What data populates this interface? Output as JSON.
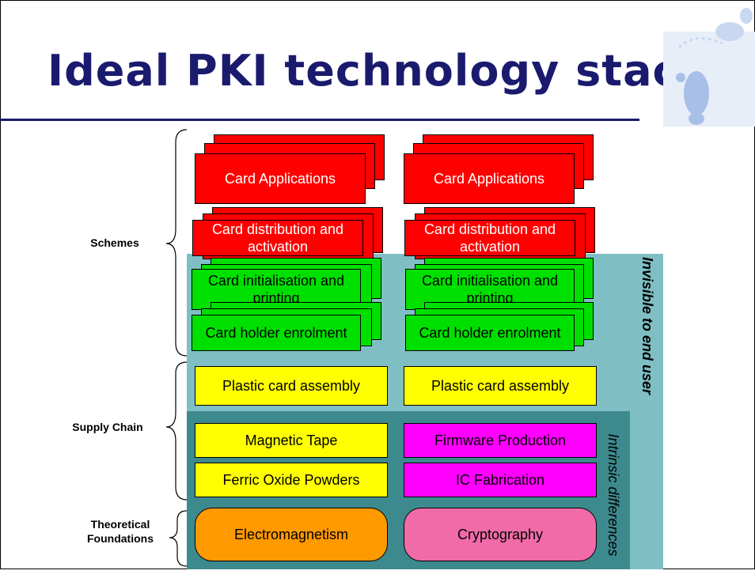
{
  "title": "Ideal PKI technology stack",
  "groups": {
    "schemes": "Schemes",
    "supply_chain": "Supply Chain",
    "theoretical_foundations": "Theoretical Foundations"
  },
  "side_labels": {
    "invisible": "Invisible to end user",
    "intrinsic": "Intrinsic differences"
  },
  "columns": [
    {
      "card_applications": "Card Applications",
      "card_distribution": "Card distribution and activation",
      "card_initialisation": "Card initialisation and printing",
      "card_holder_enrolment": "Card holder enrolment",
      "plastic_card_assembly": "Plastic card assembly",
      "supply_top": "Magnetic Tape",
      "supply_bottom": "Ferric Oxide Powders",
      "foundation": "Electromagnetism"
    },
    {
      "card_applications": "Card Applications",
      "card_distribution": "Card distribution and activation",
      "card_initialisation": "Card initialisation and printing",
      "card_holder_enrolment": "Card holder enrolment",
      "plastic_card_assembly": "Plastic card assembly",
      "supply_top": "Firmware Production",
      "supply_bottom": "IC Fabrication",
      "foundation": "Cryptography"
    }
  ],
  "colors": {
    "title": "#1a1a6e",
    "red": "#ff0000",
    "green": "#00e000",
    "yellow": "#ffff00",
    "magenta": "#ff00ff",
    "orange": "#ff9900",
    "pink": "#f06ba8",
    "teal": "#7fbfc4",
    "dark_teal": "#3d8a8e"
  },
  "icons": [
    "footprints-icon"
  ]
}
